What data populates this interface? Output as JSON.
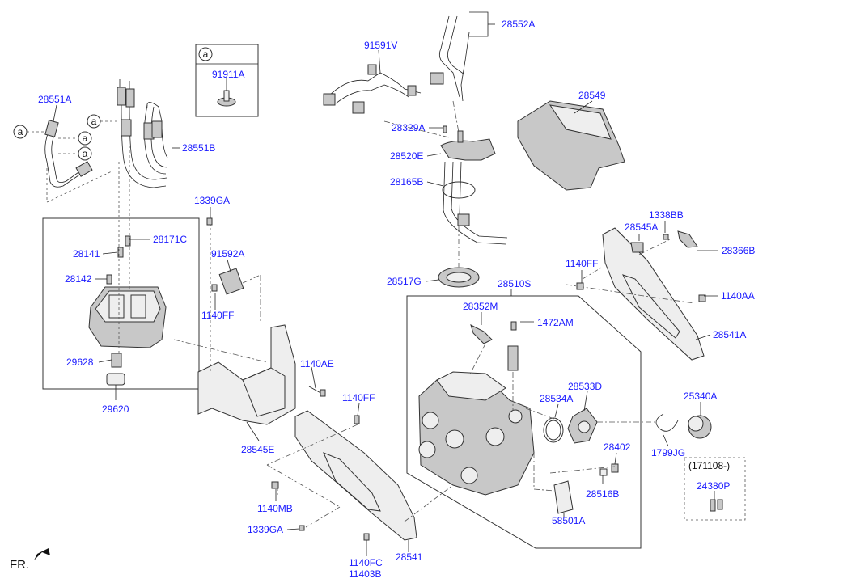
{
  "callout_letter": "a",
  "labels": {
    "p28552A": "28552A",
    "p91591V": "91591V",
    "p91911A": "91911A",
    "p28549": "28549",
    "p28551A": "28551A",
    "p28551B": "28551B",
    "p28329A": "28329A",
    "p28520E": "28520E",
    "p28165B": "28165B",
    "p1339GA_top": "1339GA",
    "p28171C": "28171C",
    "p28141": "28141",
    "p28142": "28142",
    "p91592A": "91592A",
    "p1140FF_a": "1140FF",
    "p29628": "29628",
    "p29620": "29620",
    "p1338BB": "1338BB",
    "p28545A": "28545A",
    "p28366B": "28366B",
    "p1140FF_b": "1140FF",
    "p28517G": "28517G",
    "p28510S": "28510S",
    "p1140AA": "1140AA",
    "p28541A": "28541A",
    "p28352M": "28352M",
    "p1472AM": "1472AM",
    "p1140AE": "1140AE",
    "p1140FF_c": "1140FF",
    "p28533D": "28533D",
    "p28534A": "28534A",
    "p25340A": "25340A",
    "p28545E": "28545E",
    "p28402": "28402",
    "p1799JG": "1799JG",
    "p171108": "(171108-)",
    "p24380P": "24380P",
    "p28516B": "28516B",
    "p1140MB": "1140MB",
    "p58501A": "58501A",
    "p1339GA_bot": "1339GA",
    "p28541": "28541",
    "p1140FC": "1140FC",
    "p11403B": "11403B",
    "fr": "FR."
  }
}
